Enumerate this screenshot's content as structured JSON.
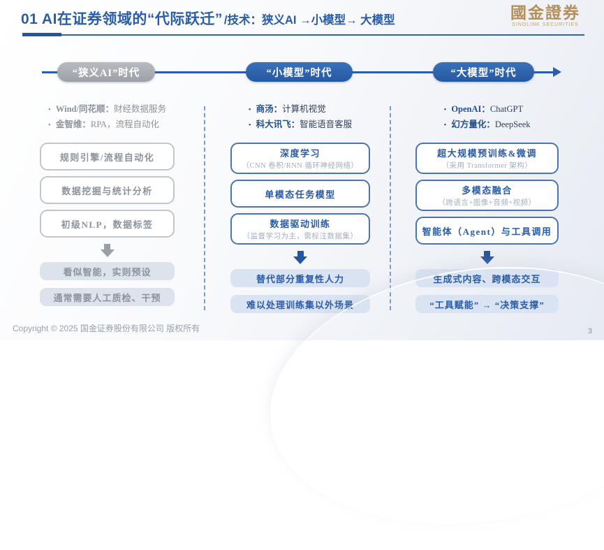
{
  "header": {
    "title_main": "01 AI在证券领域的“代际跃迁”",
    "title_sub": "/技术：狭义AI →小模型→ 大模型",
    "logo_cn": "國金證券",
    "logo_en": "SINOLINK SECURITIES"
  },
  "timeline": {
    "eras": [
      {
        "label": "“狭义AI”时代"
      },
      {
        "label": "“小模型”时代"
      },
      {
        "label": "“大模型”时代"
      }
    ]
  },
  "columns": [
    {
      "era": "narrow-ai",
      "bullets": [
        {
          "label": "Wind/同花顺：",
          "desc": "财经数据服务"
        },
        {
          "label": "金智维：",
          "desc": "RPA，流程自动化"
        }
      ],
      "boxes": [
        {
          "title": "规则引擎/流程自动化",
          "subtitle": ""
        },
        {
          "title": "数据挖掘与统计分析",
          "subtitle": ""
        },
        {
          "title": "初级NLP，数据标签",
          "subtitle": ""
        }
      ],
      "outcomes": [
        "看似智能，实则预设",
        "通常需要人工质检、干预"
      ]
    },
    {
      "era": "small-model",
      "bullets": [
        {
          "label": "商汤：",
          "desc": "计算机视觉"
        },
        {
          "label": "科大讯飞：",
          "desc": "智能语音客服"
        }
      ],
      "boxes": [
        {
          "title": "深度学习",
          "subtitle": "（CNN 卷积/RNN 循环神经网络）"
        },
        {
          "title": "单模态任务模型",
          "subtitle": ""
        },
        {
          "title": "数据驱动训练",
          "subtitle": "（监督学习为主，需标注数据集）"
        }
      ],
      "outcomes": [
        "替代部分重复性人力",
        "难以处理训练集以外场景"
      ]
    },
    {
      "era": "large-model",
      "bullets": [
        {
          "label": "OpenAI：",
          "desc": "ChatGPT"
        },
        {
          "label": "幻方量化：",
          "desc": "DeepSeek"
        }
      ],
      "boxes": [
        {
          "title": "超大规模预训练&微调",
          "subtitle": "（采用 Transformer 架构）"
        },
        {
          "title": "多模态融合",
          "subtitle": "（跨语言+图像+音频+视频）"
        },
        {
          "title": "智能体（Agent）与工具调用",
          "subtitle": ""
        }
      ],
      "outcomes": [
        "生成式内容、跨模态交互",
        "“工具赋能” → “决策支撑”"
      ]
    }
  ],
  "footer": {
    "copyright": "Copyright © 2025 国金证券股份有限公司 版权所有",
    "page_number": "3"
  },
  "colors": {
    "accent_blue": "#2a5fa8",
    "dark_blue": "#2456a0",
    "gray_pill": "#a9adb2",
    "logo_gold": "#b3905e",
    "outcome_pill_bg": "#d9e3f2",
    "divider_dash": "#7b9ccd"
  }
}
